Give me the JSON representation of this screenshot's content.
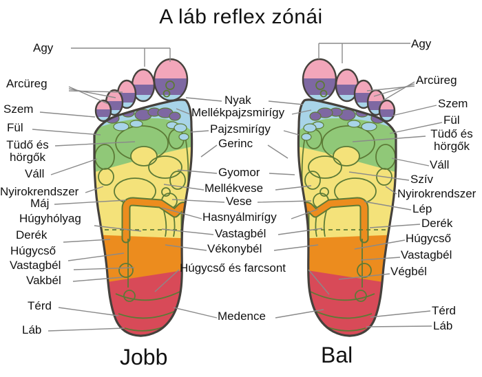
{
  "title": "A láb reflex zónái",
  "feet": {
    "left_caption": "Jobb",
    "right_caption": "Bal"
  },
  "labels_left": [
    "Agy",
    "Arcüreg",
    "Szem",
    "Fül",
    "Tüdő és hörgők",
    "Váll",
    "Nyirokrendszer",
    "Máj",
    "Húgyhólyag",
    "Derék",
    "Húgycső",
    "Vastagbél",
    "Vakbél",
    "Térd",
    "Láb"
  ],
  "labels_center": [
    "Nyak",
    "Mellékpajzsmirígy",
    "Pajzsmirígy",
    "Gerinc",
    "Gyomor",
    "Mellékvese",
    "Vese",
    "Hasnyálmirígy",
    "Vastagbél",
    "Vékonybél",
    "Húgycső és farcsont",
    "Medence"
  ],
  "labels_right": [
    "Agy",
    "Arcüreg",
    "Szem",
    "Fül",
    "Tüdő és hörgők",
    "Váll",
    "Szív",
    "Nyirokrendszer",
    "Lép",
    "Derék",
    "Húgycső",
    "Vastagbél",
    "Végbél",
    "Térd",
    "Láb"
  ],
  "colors": {
    "pink": "#F2A6BA",
    "purple": "#7E68A2",
    "blue": "#A8D4E8",
    "green": "#90C878",
    "yellow": "#F4E27A",
    "orange": "#EC8C1E",
    "red": "#D84A58",
    "outline": "#45413C",
    "organ": "#5C7A36",
    "leader": "#8A8A8A",
    "text": "#111111"
  }
}
